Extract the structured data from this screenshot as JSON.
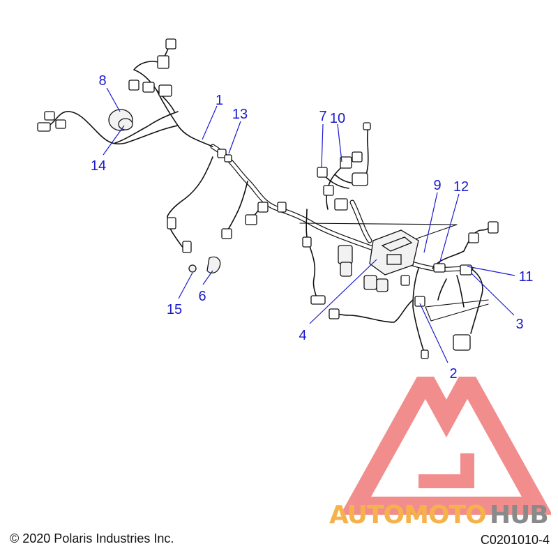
{
  "callouts": [
    {
      "id": "1",
      "label": "1"
    },
    {
      "id": "2",
      "label": "2"
    },
    {
      "id": "3",
      "label": "3"
    },
    {
      "id": "4",
      "label": "4"
    },
    {
      "id": "6",
      "label": "6"
    },
    {
      "id": "7",
      "label": "7"
    },
    {
      "id": "8",
      "label": "8"
    },
    {
      "id": "9",
      "label": "9"
    },
    {
      "id": "10",
      "label": "10"
    },
    {
      "id": "11",
      "label": "11"
    },
    {
      "id": "12",
      "label": "12"
    },
    {
      "id": "13",
      "label": "13"
    },
    {
      "id": "14",
      "label": "14"
    },
    {
      "id": "15",
      "label": "15"
    }
  ],
  "footer": {
    "copyright": "© 2020 Polaris Industries Inc.",
    "figure_id": "C0201010-4"
  },
  "watermark": {
    "brand_part1": "AUTOMOTO",
    "brand_part2": "HUB",
    "colors": {
      "triangle": "#f07a7a",
      "part1": "#f6b24a",
      "part2": "#8a8a8a"
    }
  },
  "colors": {
    "callout": "#1a1acc",
    "line_art": "#111111"
  }
}
